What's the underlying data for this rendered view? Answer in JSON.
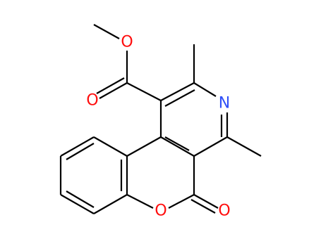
{
  "molecule": {
    "bond_color": "#000000",
    "atoms": [
      {
        "id": "o-ester-single",
        "text": "O",
        "color": "#ff0d0d"
      },
      {
        "id": "o-ester-carbonyl",
        "text": "O",
        "color": "#ff0d0d"
      },
      {
        "id": "n-pyridine",
        "text": "N",
        "color": "#3050f8"
      },
      {
        "id": "o-ring",
        "text": "O",
        "color": "#ff0d0d"
      },
      {
        "id": "o-lactone-carbonyl",
        "text": "O",
        "color": "#ff0d0d"
      }
    ]
  }
}
